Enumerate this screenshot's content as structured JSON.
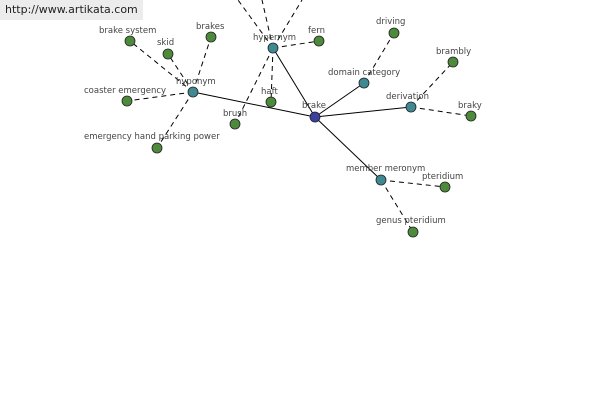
{
  "watermark": "http://www.artikata.com",
  "colors": {
    "center": "#3d3fa0",
    "relation": "#3f8a92",
    "leaf": "#4e8a3c"
  },
  "nodes": {
    "center": "brake",
    "hyponym": "hyponym",
    "hypernym": "hypernym",
    "domain_category": "domain category",
    "derivation": "derivation",
    "member_meronym": "member meronym",
    "brake_system": "brake system",
    "skid": "skid",
    "brakes": "brakes",
    "coaster_emergency": "coaster emergency",
    "emergency_hand_parking_power": "emergency hand parking power",
    "brush": "brush",
    "haft": "haft",
    "fern": "fern",
    "driving": "driving",
    "brambly": "brambly",
    "braky": "braky",
    "pteridium": "pteridium",
    "genus_pteridium": "genus pteridium"
  }
}
